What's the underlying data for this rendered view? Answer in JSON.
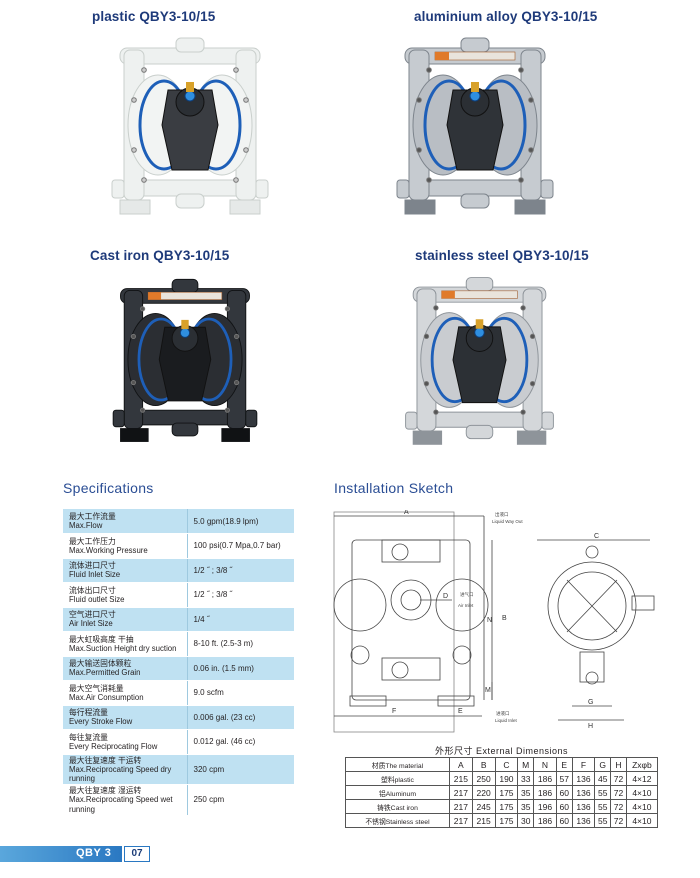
{
  "products": [
    {
      "title": "plastic  QBY3-10/15",
      "material": "plastic"
    },
    {
      "title": "aluminium alloy  QBY3-10/15",
      "material": "aluminium"
    },
    {
      "title": "Cast iron  QBY3-10/15",
      "material": "castiron"
    },
    {
      "title": "stainless steel  QBY3-10/15",
      "material": "stainless"
    }
  ],
  "colors": {
    "heading": "#1e3a7a",
    "section": "#2a4d94",
    "table_row": "#bfe1f2",
    "footer_bar": "#2a78c2",
    "diaphragm_blue": "#1e5fb8"
  },
  "specifications": {
    "title": "Specifications",
    "rows": [
      {
        "cn": "最大工作流量",
        "en": "Max.Flow",
        "value": "5.0 gpm(18.9 lpm)"
      },
      {
        "cn": "最大工作压力",
        "en": "Max.Working Pressure",
        "value": "100 psi(0.7 Mpa,0.7 bar)"
      },
      {
        "cn": "流体进口尺寸",
        "en": "Fluid Inlet Size",
        "value": "1/2 ˝ ; 3/8 ˝"
      },
      {
        "cn": "流体出口尺寸",
        "en": "Fluid outlet Size",
        "value": "1/2 ˝ ; 3/8 ˝"
      },
      {
        "cn": "空气进口尺寸",
        "en": "Air Inlet Size",
        "value": "1/4 ˝"
      },
      {
        "cn": "最大虹吸高度  干抽",
        "en": "Max.Suction Height  dry suction",
        "value": "8-10 ft. (2.5-3 m)"
      },
      {
        "cn": "最大输送固体颗粒",
        "en": "Max.Permitted Grain",
        "value": "0.06 in. (1.5 mm)"
      },
      {
        "cn": "最大空气消耗量",
        "en": "Max.Air Consumption",
        "value": "9.0 scfm"
      },
      {
        "cn": "每行程流量",
        "en": "Every Stroke Flow",
        "value": "0.006 gal. (23 cc)"
      },
      {
        "cn": "每往复流量",
        "en": "Every Reciprocating Flow",
        "value": "0.012 gal. (46 cc)"
      },
      {
        "cn": "最大往复速度  干运转",
        "en": "Max.Reciprocating Speed  dry running",
        "value": "320 cpm"
      },
      {
        "cn": "最大往复速度  湿运转",
        "en": "Max.Reciprocating Speed  wet running",
        "value": "250 cpm"
      }
    ]
  },
  "installation": {
    "title": "Installation Sketch",
    "labels": {
      "A": "A",
      "B": "B",
      "C": "C",
      "D": "D",
      "E": "E",
      "F": "F",
      "G": "G",
      "H": "H",
      "M": "M",
      "N": "N",
      "liquid_out": "Liquid Way Out",
      "air_inlet": "Air Inlet",
      "liquid_in": "Liquid Inlet",
      "out_cn": "出液口",
      "air_cn": "进气口",
      "in_cn": "进液口"
    }
  },
  "dimensions": {
    "caption": "外形尺寸  External Dimensions",
    "header": [
      "材质The material",
      "A",
      "B",
      "C",
      "M",
      "N",
      "E",
      "F",
      "G",
      "H",
      "Zxφb"
    ],
    "rows": [
      [
        "塑料plastic",
        "215",
        "250",
        "190",
        "33",
        "186",
        "57",
        "136",
        "45",
        "72",
        "4×12"
      ],
      [
        "铝Aluminum",
        "217",
        "220",
        "175",
        "35",
        "186",
        "60",
        "136",
        "55",
        "72",
        "4×10"
      ],
      [
        "铸铁Cast iron",
        "217",
        "245",
        "175",
        "35",
        "196",
        "60",
        "136",
        "55",
        "72",
        "4×10"
      ],
      [
        "不锈钢Stainless steel",
        "217",
        "215",
        "175",
        "30",
        "186",
        "60",
        "136",
        "55",
        "72",
        "4×10"
      ]
    ]
  },
  "footer": {
    "brand": "QBY 3",
    "page": "07"
  }
}
